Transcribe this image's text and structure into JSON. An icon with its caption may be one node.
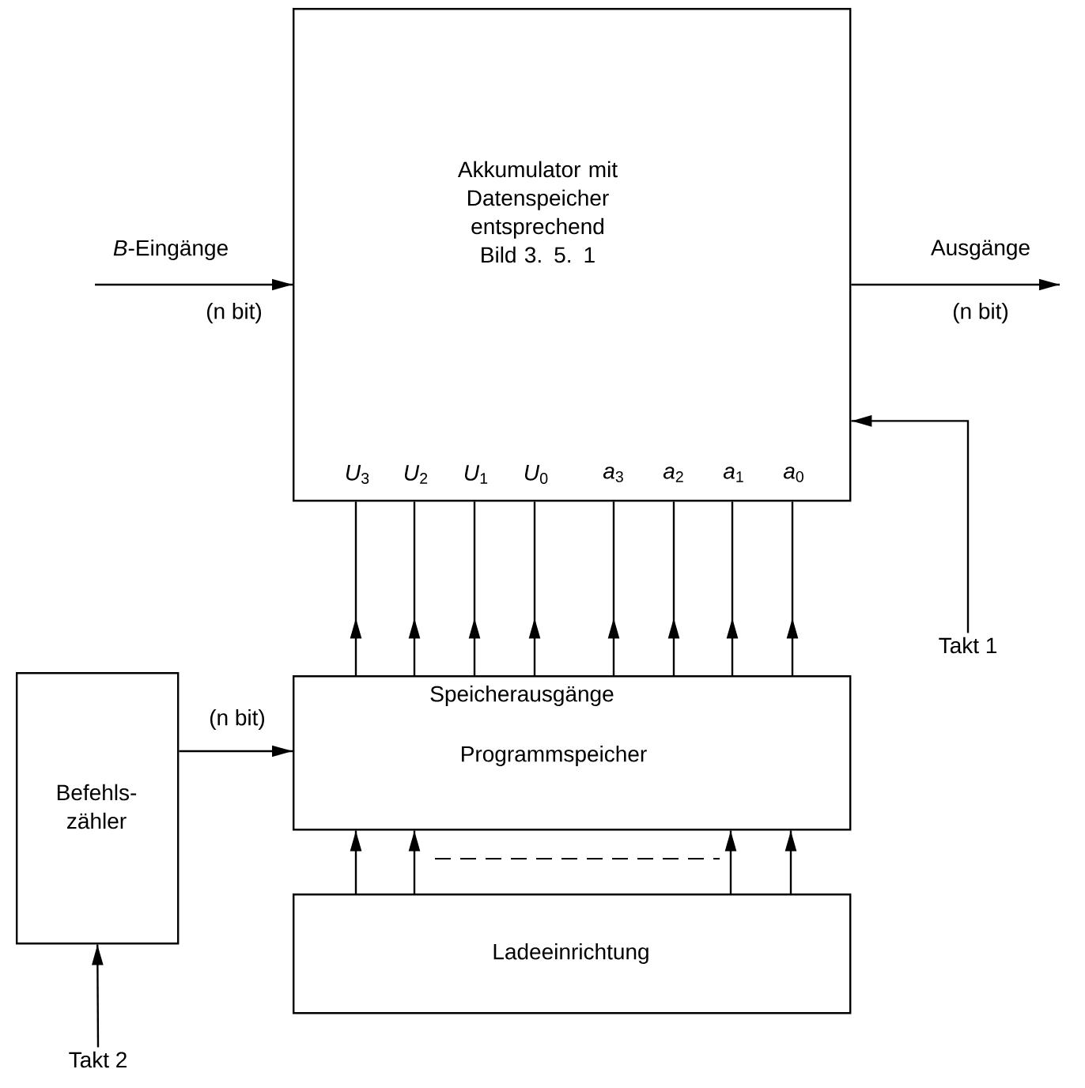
{
  "diagram": {
    "nodes": [
      {
        "text": [
          "Akkumulator mit Datenspeicher entsprechend Bild 3. 5. 1"
        ]
      },
      {
        "text": [
          "Speicherausgänge",
          "Programmspeicher"
        ]
      },
      {
        "text": [
          "Befehls- zähler"
        ]
      },
      {
        "text": [
          "Ladeeinrichtung"
        ]
      },
      {
        "text": [
          "Takt 1"
        ]
      },
      {
        "text": [
          "Takt 2"
        ]
      }
    ],
    "edges": [
      {
        "from": null,
        "to": 0,
        "arrow": "to",
        "label": "*B*-Eingänge"
      },
      {
        "from": 0,
        "to": null,
        "arrow": "to",
        "label": "Ausgänge"
      },
      {
        "from": 4,
        "to": 0,
        "arrow": "to"
      },
      {
        "from": 1,
        "to": 0,
        "arrow": "to"
      },
      {
        "from": 1,
        "to": 0,
        "arrow": "to"
      },
      {
        "from": 1,
        "to": 0,
        "arrow": "to"
      },
      {
        "from": 1,
        "to": 0,
        "arrow": "to"
      },
      {
        "from": 1,
        "to": 0,
        "arrow": "to"
      },
      {
        "from": 1,
        "to": 0,
        "arrow": "to"
      },
      {
        "from": 1,
        "to": 0,
        "arrow": "to"
      },
      {
        "from": 1,
        "to": 0,
        "arrow": "to"
      },
      {
        "from": 2,
        "to": 1,
        "arrow": "to",
        "label": "(n bit)"
      },
      {
        "from": 5,
        "to": 2,
        "arrow": "to"
      },
      {
        "from": 3,
        "to": 1,
        "arrow": "to"
      },
      {
        "from": 3,
        "to": 1,
        "arrow": "to"
      },
      {
        "from": 3,
        "to": 1,
        "arrow": "to"
      },
      {
        "from": 3,
        "to": 1,
        "arrow": "to"
      }
    ],
    "labels": [
      "(n bit)",
      "(n bit)",
      "*U*$_{3}$",
      "*U*$_{2}$",
      "*U*$_{1}$",
      "*U*$_{0}$",
      "*a*$_{3}$",
      "*a*$_{2}$",
      "*a*$_{1}$",
      "*a*$_{0}$"
    ]
  }
}
